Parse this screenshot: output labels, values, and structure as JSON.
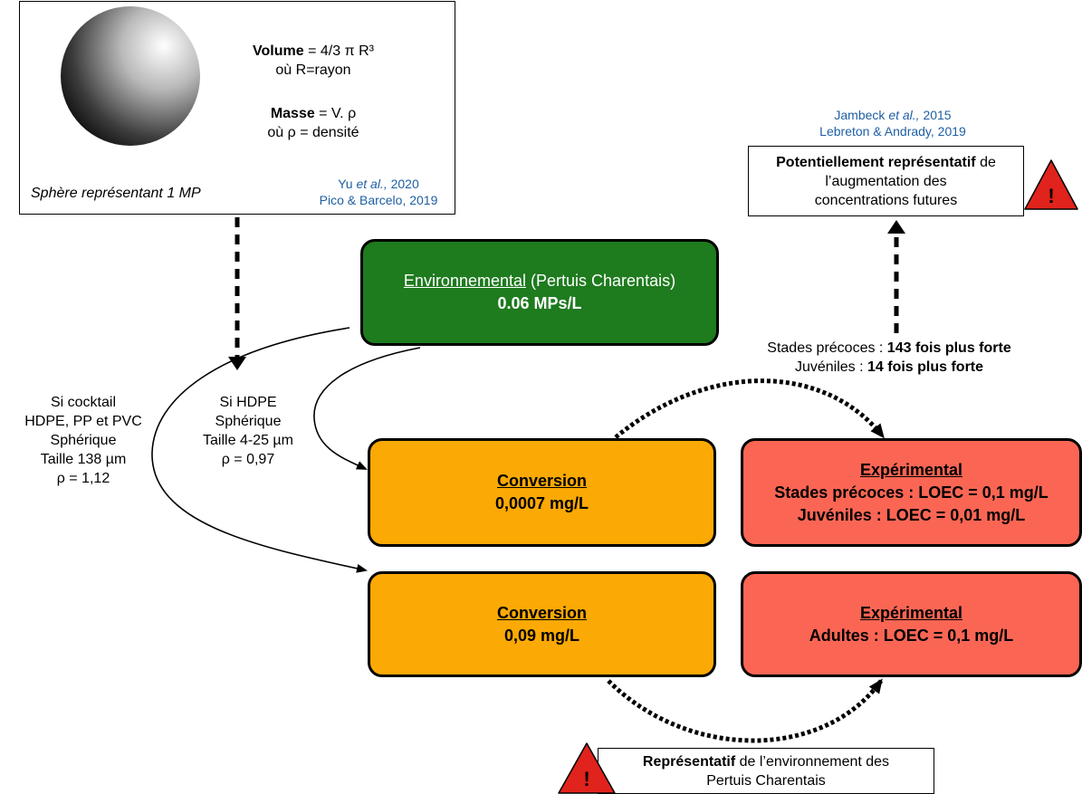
{
  "colors": {
    "env_box": "#1e7b1e",
    "conversion_box": "#fba904",
    "experimental_box": "#fb6654",
    "warning_triangle": "#e0231c",
    "reference_text": "#1f5fa3"
  },
  "sphere_panel": {
    "volume_label": "Volume",
    "volume_formula": " = 4/3 π R³",
    "volume_note": "où R=rayon",
    "mass_label": "Masse",
    "mass_formula": " = V. ρ",
    "mass_note": "où ρ = densité",
    "caption": "Sphère représentant 1 MP",
    "ref1_author": "Yu ",
    "ref1_etal": "et al.,",
    "ref1_year": " 2020",
    "ref2": "Pico & Barcelo, 2019"
  },
  "environmental_box": {
    "title_underlined": "Environnemental",
    "title_rest": " (Pertuis Charentais)",
    "value": "0.06 MPs/L"
  },
  "label_cocktail": {
    "line1": "Si cocktail",
    "line2": "HDPE, PP et PVC",
    "line3": "Sphérique",
    "line4": "Taille 138 µm",
    "line5": "ρ = 1,12"
  },
  "label_hdpe": {
    "line1": "Si HDPE",
    "line2": "Sphérique",
    "line3": "Taille 4-25 µm",
    "line4": "ρ = 0,97"
  },
  "conversion_1": {
    "title": "Conversion",
    "value": "0,0007 mg/L"
  },
  "conversion_2": {
    "title": "Conversion",
    "value": "0,09 mg/L"
  },
  "experimental_1": {
    "title": "Expérimental",
    "line1": "Stades précoces : LOEC = 0,1 mg/L",
    "line2": "Juvéniles : LOEC = 0,01 mg/L"
  },
  "experimental_2": {
    "title": "Expérimental",
    "line1": "Adultes : LOEC = 0,1 mg/L"
  },
  "comparison": {
    "line1_prefix": "Stades précoces : ",
    "line1_bold": "143 fois plus forte",
    "line2_prefix": "Juvéniles : ",
    "line2_bold": "14 fois plus forte"
  },
  "future_refs": {
    "ref1_author": "Jambeck ",
    "ref1_etal": "et al.,",
    "ref1_year": " 2015",
    "ref2": "Lebreton & Andrady, 2019"
  },
  "future_box": {
    "bold": "Potentiellement représentatif",
    "rest1": " de",
    "line2": "l’augmentation des",
    "line3": "concentrations futures"
  },
  "bottom_box": {
    "bold": "Représentatif",
    "rest1": " de l’environnement des",
    "line2": "Pertuis Charentais"
  },
  "warning_glyph": "!"
}
